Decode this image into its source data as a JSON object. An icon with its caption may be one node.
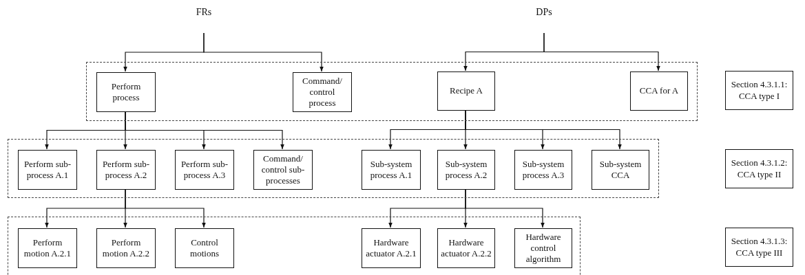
{
  "diagram": {
    "nodes": [
      {
        "text": [
          "FRs"
        ]
      },
      {
        "text": [
          "DPs"
        ]
      },
      {
        "text": [],
        "shape": "box"
      },
      {
        "text": [
          "Perform process"
        ],
        "in": 2
      },
      {
        "text": [
          "Command/ control process"
        ],
        "in": 2
      },
      {
        "text": [
          "Recipe A"
        ],
        "in": 2
      },
      {
        "text": [
          "CCA for A"
        ],
        "in": 2
      },
      {
        "text": [
          "Section 4.3.1.1: CCA type I"
        ]
      },
      {
        "text": [],
        "shape": "box"
      },
      {
        "text": [
          "Perform sub-process A.1"
        ],
        "in": 8
      },
      {
        "text": [
          "Perform sub-process A.2"
        ],
        "in": 8
      },
      {
        "text": [
          "Perform sub-process A.3"
        ],
        "in": 8
      },
      {
        "text": [
          "Command/ control sub-processes"
        ],
        "in": 8
      },
      {
        "text": [
          "Sub-system process A.1"
        ],
        "in": 8
      },
      {
        "text": [
          "Sub-system process A.2"
        ],
        "in": 8
      },
      {
        "text": [
          "Sub-system process A.3"
        ],
        "in": 8
      },
      {
        "text": [
          "Sub-system CCA"
        ],
        "in": 8
      },
      {
        "text": [
          "Section 4.3.1.2: CCA type II"
        ]
      },
      {
        "text": [],
        "shape": "box"
      },
      {
        "text": [
          "Perform motion A.2.1"
        ],
        "in": 18
      },
      {
        "text": [
          "Perform motion A.2.2"
        ],
        "in": 18
      },
      {
        "text": [
          "Control motions"
        ],
        "in": 18
      },
      {
        "text": [
          "Hardware actuator A.2.1"
        ],
        "in": 18
      },
      {
        "text": [
          "Hardware actuator A.2.2"
        ],
        "in": 18
      },
      {
        "text": [
          "Hardware control algorithm"
        ],
        "in": 18
      },
      {
        "text": [
          "Section 4.3.1.3: CCA type III"
        ]
      }
    ],
    "edges": [
      {
        "from": 0,
        "to": 3,
        "arrow": "to"
      },
      {
        "from": 0,
        "to": 4,
        "arrow": "to"
      },
      {
        "from": 1,
        "to": 5,
        "arrow": "to"
      },
      {
        "from": 1,
        "to": 6,
        "arrow": "to"
      },
      {
        "from": 3,
        "to": 9,
        "arrow": "to"
      },
      {
        "from": 3,
        "to": 10,
        "arrow": "to"
      },
      {
        "from": 3,
        "to": 11,
        "arrow": "to"
      },
      {
        "from": 3,
        "to": 12,
        "arrow": "to"
      },
      {
        "from": 5,
        "to": 13,
        "arrow": "to"
      },
      {
        "from": 5,
        "to": 14,
        "arrow": "to"
      },
      {
        "from": 5,
        "to": 15,
        "arrow": "to"
      },
      {
        "from": 5,
        "to": 16,
        "arrow": "to"
      },
      {
        "from": 10,
        "to": 19,
        "arrow": "to"
      },
      {
        "from": 10,
        "to": 20,
        "arrow": "to"
      },
      {
        "from": 10,
        "to": 21,
        "arrow": "to"
      },
      {
        "from": 14,
        "to": 22,
        "arrow": "to"
      },
      {
        "from": 14,
        "to": 23,
        "arrow": "to"
      },
      {
        "from": 14,
        "to": 24,
        "arrow": "to"
      }
    ]
  }
}
